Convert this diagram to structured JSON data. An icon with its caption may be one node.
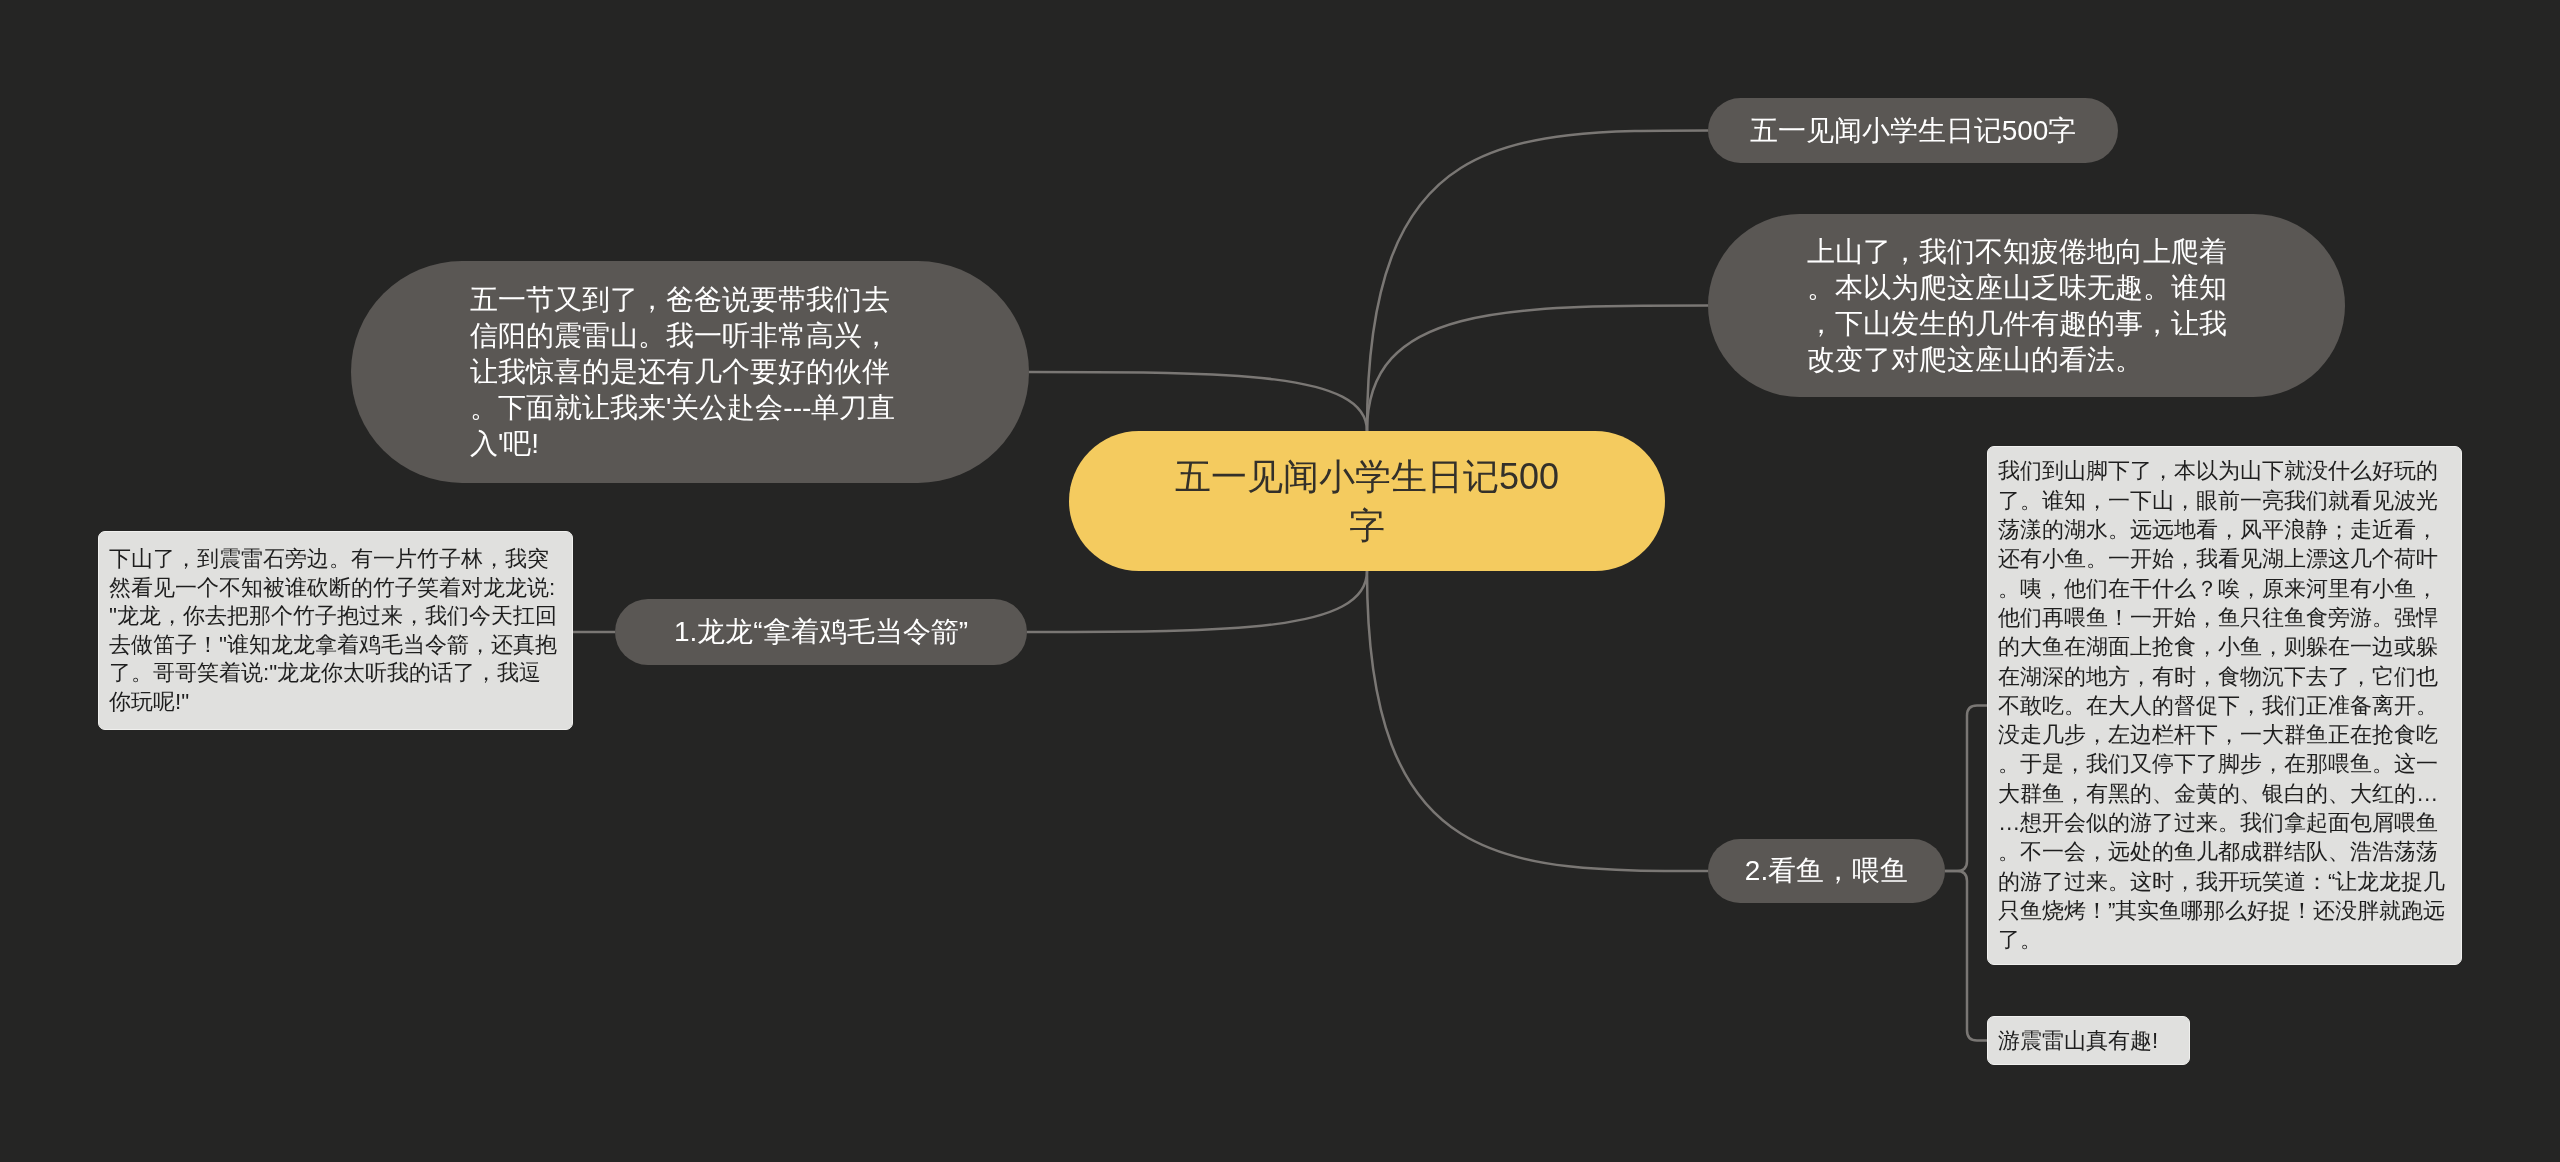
{
  "diagram": {
    "nodes": [
      {
        "text": [
          "五一见闻小学生日记500字"
        ]
      },
      {
        "text": [
          "五一见闻小学生日记500字"
        ]
      },
      {
        "text": [
          "上山了，我们不知疲倦地向上爬着。本以为爬这座山乏味无趣。谁知，下山发生的几件有趣的事，让我改变了对爬这座山的看法。"
        ]
      },
      {
        "text": [
          "五一节又到了，爸爸说要带我们去信阳的震雷山。我一听非常高兴，让我惊喜的是还有几个要好的伙伴。下面就让我来'关公赴会---单刀直入'吧!"
        ]
      },
      {
        "text": [
          "1.龙龙“拿着鸡毛当令箭”"
        ]
      },
      {
        "text": [
          "下山了，到震雷石旁边。有一片竹子林，我突然看见一个不知被谁砍断的竹子笑着对龙龙说:\"龙龙，你去把那个竹子抱过来，我们今天扛回去做笛子！\"谁知龙龙拿着鸡毛当令箭，还真抱了。哥哥笑着说:\"龙龙你太听我的话了，我逗你玩呢!\""
        ]
      },
      {
        "text": [
          "2.看鱼，喂鱼"
        ]
      },
      {
        "text": [
          "我们到山脚下了，本以为山下就没什么好玩的了。谁知，一下山，眼前一亮我们就看见波光荡漾的湖水。远远地看，风平浪静；走近看，还有小鱼。一开始，我看见湖上漂这几个荷叶。咦，他们在干什么？唉，原来河里有小鱼，他们再喂鱼！一开始，鱼只往鱼食旁游。强悍的大鱼在湖面上抢食，小鱼，则躲在一边或躲在湖深的地方，有时，食物沉下去了，它们也不敢吃。在大人的督促下，我们正准备离开。没走几步，左边栏杆下，一大群鱼正在抢食吃。于是，我们又停下了脚步，在那喂鱼。这一大群鱼，有黑的、金黄的、银白的、大红的……想开会似的游了过来。我们拿起面包屑喂鱼。不一会，远处的鱼儿都成群结队、浩浩荡荡的游了过来。这时，我开玩笑道：“让龙龙捉几只鱼烧烤！”其实鱼哪那么好捉！还没胖就跑远了。"
        ]
      },
      {
        "text": [
          "游震雷山真有趣!"
        ]
      }
    ],
    "edges": [
      {
        "from": 0,
        "to": 1,
        "arrow": "none"
      },
      {
        "from": 0,
        "to": 2,
        "arrow": "none"
      },
      {
        "from": 0,
        "to": 3,
        "arrow": "none"
      },
      {
        "from": 0,
        "to": 4,
        "arrow": "none"
      },
      {
        "from": 0,
        "to": 6,
        "arrow": "none"
      },
      {
        "from": 4,
        "to": 5,
        "arrow": "none"
      },
      {
        "from": 6,
        "to": 7,
        "arrow": "none"
      },
      {
        "from": 6,
        "to": 8,
        "arrow": "none"
      }
    ]
  }
}
